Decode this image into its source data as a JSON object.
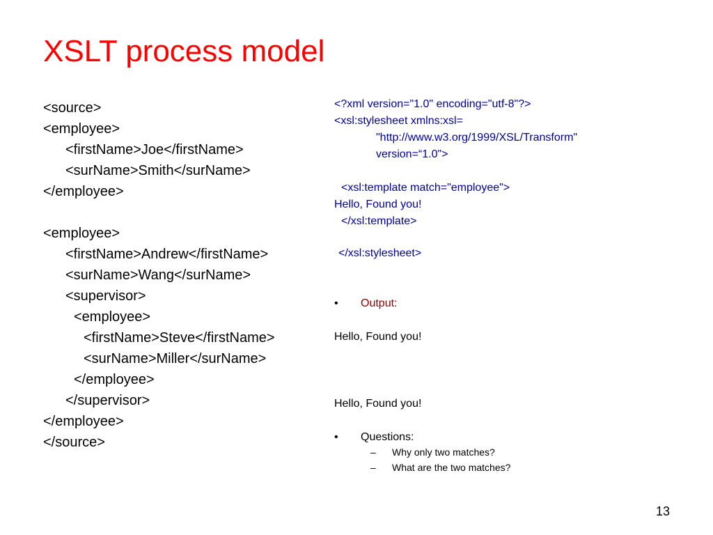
{
  "slide": {
    "title": "XSLT process model",
    "source_xml": [
      "<source>",
      "<employee>",
      "<firstName>Joe</firstName>",
      "<surName>Smith</surName>",
      "</employee>",
      "<employee>",
      "<firstName>Andrew</firstName>",
      "<surName>Wang</surName>",
      "<supervisor>",
      "<employee>",
      "<firstName>Steve</firstName>",
      "<surName>Miller</surName>",
      "</employee>",
      "</supervisor>",
      "</employee>",
      "</source>"
    ],
    "xsl_code": [
      "<?xml version=\"1.0\" encoding=\"utf-8\"?>",
      "<xsl:stylesheet xmlns:xsl=",
      "\"http://www.w3.org/1999/XSL/Transform\"",
      "version=“1.0\">",
      "<xsl:template match=\"employee\">",
      "Hello, Found you!",
      "</xsl:template>",
      "</xsl:stylesheet>"
    ],
    "output_bullet": "Output:",
    "output_lines": [
      "Hello, Found you!",
      "Hello, Found you!"
    ],
    "questions_bullet": "Questions:",
    "questions": [
      "Why only two matches?",
      "What are the two matches?"
    ],
    "bullet_symbol": "•",
    "dash_symbol": "–",
    "page_number": "13",
    "colors": {
      "title": "#ff0000",
      "xsl_code": "#000099",
      "output_label": "#8b0000",
      "body_text": "#000000"
    }
  }
}
